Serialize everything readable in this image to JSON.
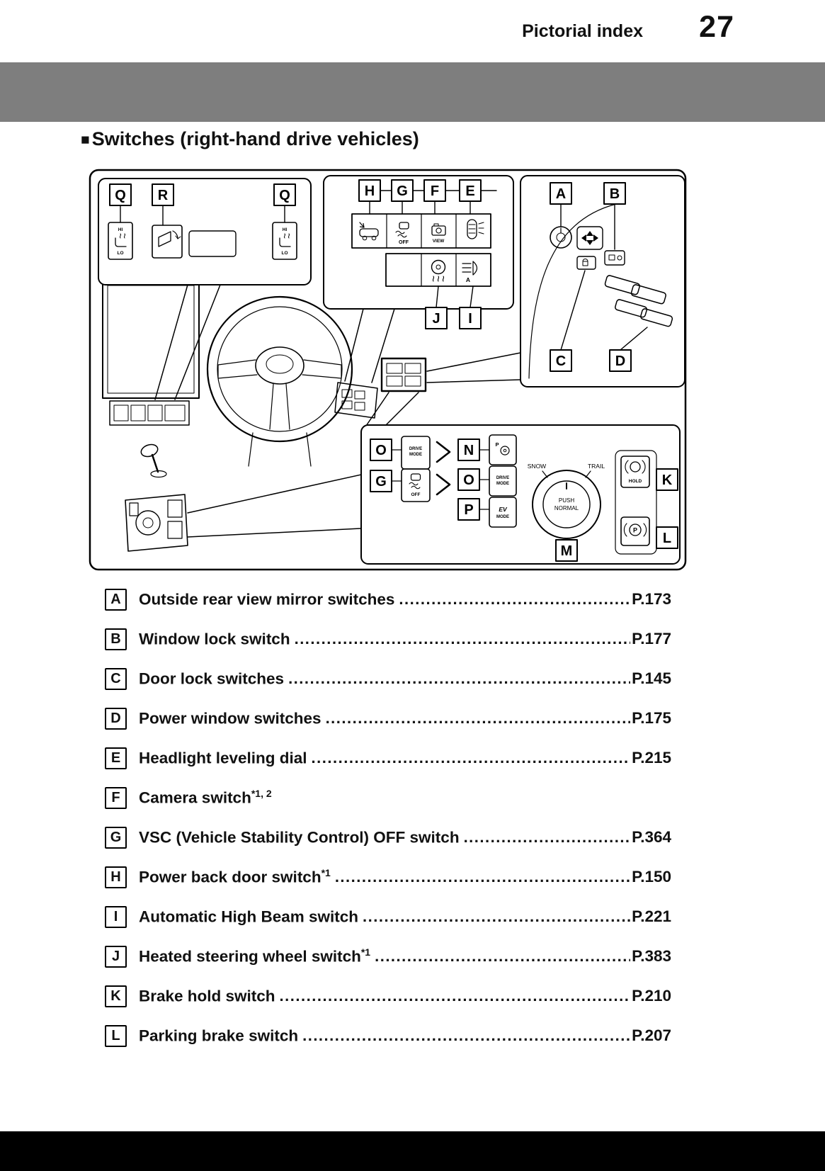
{
  "header": {
    "title": "Pictorial index",
    "page_number": "27"
  },
  "section": {
    "marker": "■",
    "title": "Switches (right-hand drive vehicles)"
  },
  "diagram": {
    "callouts": {
      "tl_q1": "Q",
      "tl_r": "R",
      "tl_q2": "Q",
      "tm_h": "H",
      "tm_g": "G",
      "tm_f": "F",
      "tm_e": "E",
      "tm_j": "J",
      "tm_i": "I",
      "tr_a": "A",
      "tr_b": "B",
      "tr_c": "C",
      "tr_d": "D",
      "low_o1": "O",
      "low_g": "G",
      "low_n": "N",
      "low_o2": "O",
      "low_p": "P",
      "low_m": "M",
      "low_k": "K",
      "low_l": "L"
    },
    "labels": {
      "hi": "HI",
      "lo": "LO",
      "off": "OFF",
      "view": "VIEW",
      "ahb_a": "A",
      "drive": "DRIVE",
      "mode": "MODE",
      "ev": "EV",
      "p": "P",
      "snow": "SNOW",
      "trail": "TRAIL",
      "push": "PUSH",
      "normal": "NORMAL",
      "hold": "HOLD"
    }
  },
  "index": {
    "items": [
      {
        "key": "A",
        "label": "Outside rear view mirror switches",
        "sup": "",
        "page": "P.173"
      },
      {
        "key": "B",
        "label": "Window lock switch",
        "sup": "",
        "page": "P.177"
      },
      {
        "key": "C",
        "label": "Door lock switches",
        "sup": "",
        "page": "P.145"
      },
      {
        "key": "D",
        "label": "Power window switches",
        "sup": "",
        "page": "P.175"
      },
      {
        "key": "E",
        "label": "Headlight leveling dial",
        "sup": "",
        "page": "P.215"
      },
      {
        "key": "F",
        "label": "Camera switch",
        "sup": "*1, 2",
        "page": ""
      },
      {
        "key": "G",
        "label": "VSC (Vehicle Stability Control) OFF switch",
        "sup": "",
        "page": "P.364"
      },
      {
        "key": "H",
        "label": "Power back door switch",
        "sup": "*1",
        "page": "P.150"
      },
      {
        "key": "I",
        "label": "Automatic High Beam switch",
        "sup": "",
        "page": "P.221"
      },
      {
        "key": "J",
        "label": "Heated steering wheel switch",
        "sup": "*1",
        "page": "P.383"
      },
      {
        "key": "K",
        "label": "Brake hold switch",
        "sup": "",
        "page": "P.210"
      },
      {
        "key": "L",
        "label": "Parking brake switch",
        "sup": "",
        "page": "P.207"
      }
    ]
  }
}
